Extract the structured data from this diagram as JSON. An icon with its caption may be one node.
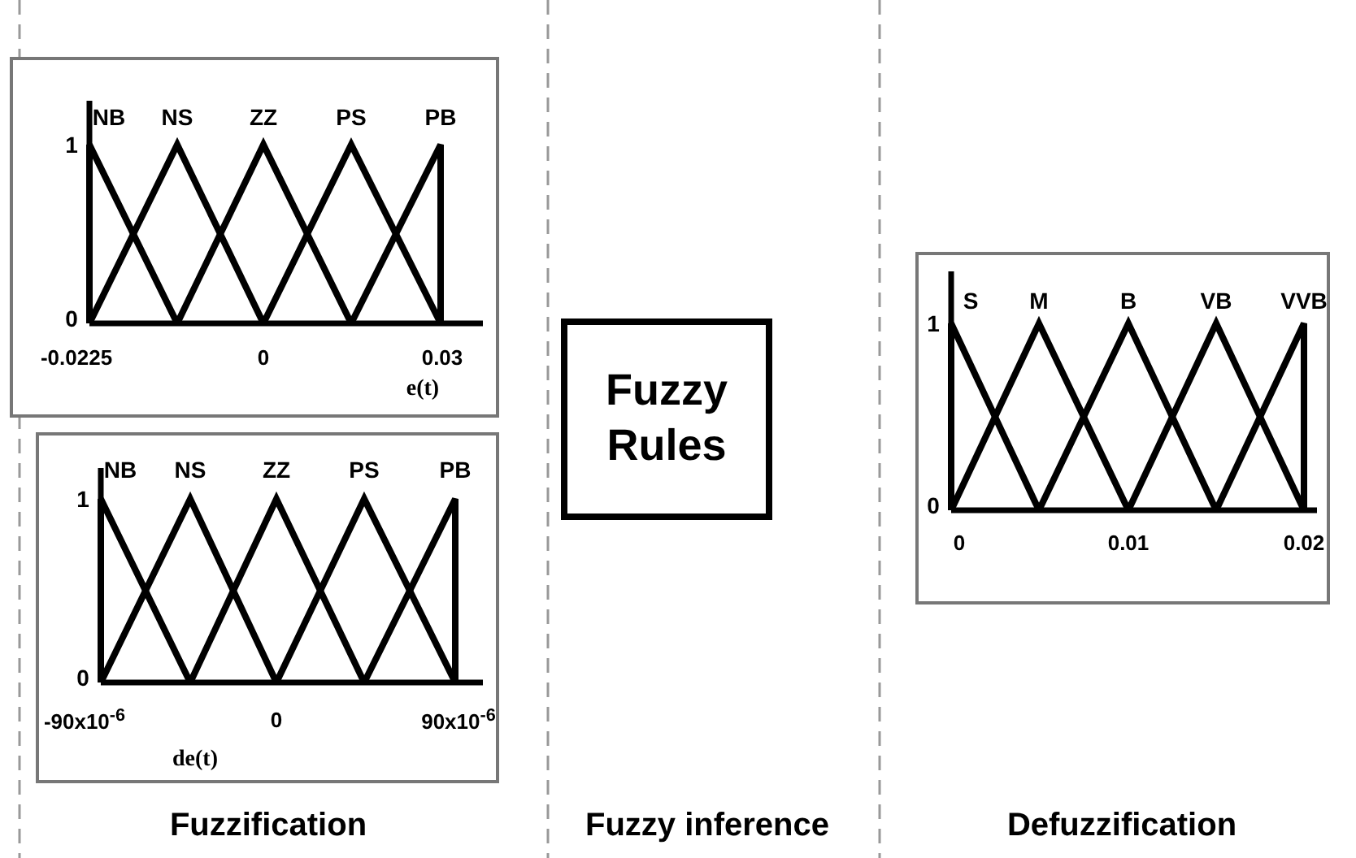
{
  "diagram": {
    "nodes": [
      {
        "text": [
          "NB",
          "NS",
          "ZZ",
          "PS",
          "PB",
          "1",
          "0",
          "-0.0225",
          "0",
          "0.03",
          "e(t)"
        ]
      },
      {
        "text": [
          "NB",
          "NS",
          "ZZ",
          "PS",
          "PB",
          "1",
          "0",
          "-90x10$^{-6}$",
          "0",
          "90x10$^{-6}$",
          "de(t)"
        ]
      },
      {
        "text": [
          "Fuzzy Rules"
        ]
      },
      {
        "text": [
          "S",
          "M",
          "B",
          "VB",
          "VVB",
          "1",
          "0",
          "0",
          "0.01",
          "0.02"
        ]
      }
    ],
    "labels": [
      "Fuzzification",
      "Fuzzy inference",
      "Defuzzification"
    ]
  }
}
